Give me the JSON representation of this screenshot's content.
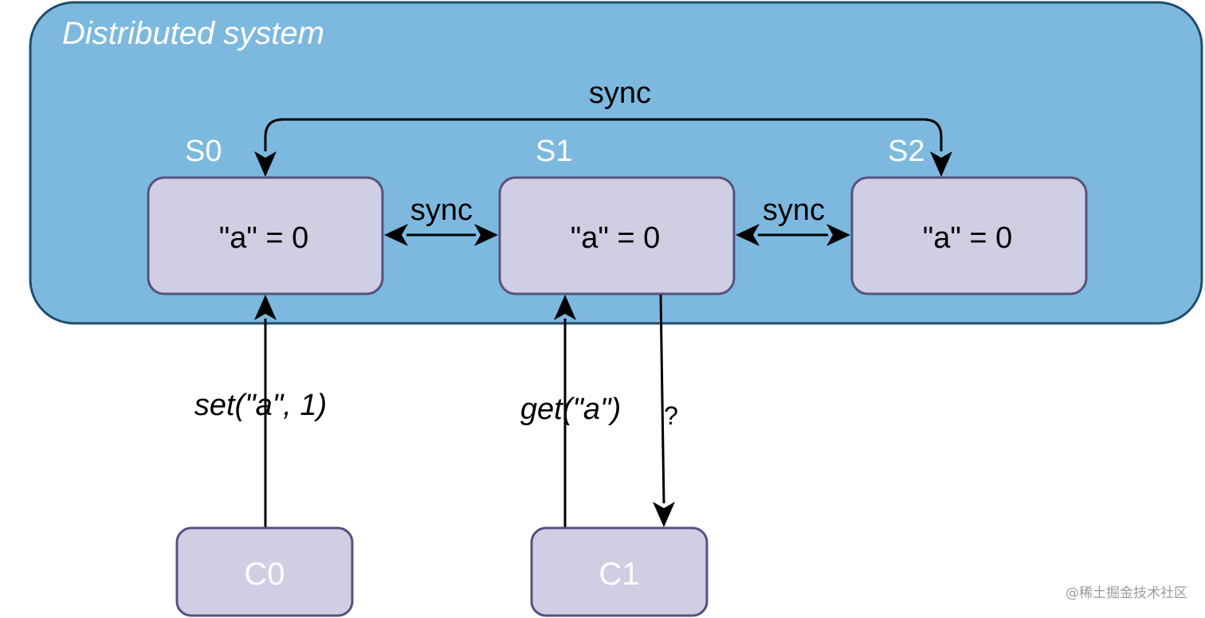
{
  "system": {
    "title": "Distributed system",
    "fill": "#7db9df",
    "border": "#1f4e6e"
  },
  "servers": [
    {
      "label": "S0",
      "content": "\"a\" = 0"
    },
    {
      "label": "S1",
      "content": "\"a\" = 0"
    },
    {
      "label": "S2",
      "content": "\"a\" = 0"
    }
  ],
  "clients": [
    {
      "label": "C0"
    },
    {
      "label": "C1"
    }
  ],
  "edges": {
    "sync_top": "sync",
    "sync_s0_s1": "sync",
    "sync_s1_s2": "sync",
    "c0_request": "set(\"a\", 1)",
    "c1_request": "get(\"a\")",
    "s1_response": "?"
  },
  "colors": {
    "node_fill": "#d0cee2",
    "node_border": "#56517e",
    "edge": "#000000"
  },
  "watermark": "@稀土掘金技术社区"
}
